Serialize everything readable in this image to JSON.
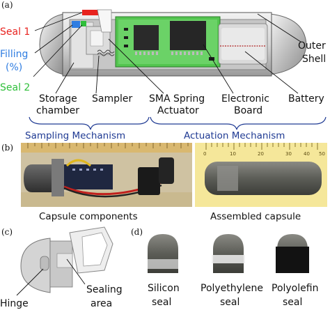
{
  "panels": {
    "a": "(a)",
    "b": "(b)",
    "c": "(c)",
    "d": "(d)"
  },
  "panel_a": {
    "left_labels": {
      "seal1": "Seal 1",
      "filling_line1": "Filling",
      "filling_line2": "(%)",
      "seal2": "Seal 2"
    },
    "right_labels": {
      "outer_line1": "Outer",
      "outer_line2": "Shell"
    },
    "bottom_labels": {
      "storage_line1": "Storage",
      "storage_line2": "chamber",
      "sampler": "Sampler",
      "sma_line1": "SMA Spring",
      "sma_line2": "Actuator",
      "electronic_line1": "Electronic",
      "electronic_line2": "Board",
      "battery": "Battery"
    },
    "mechanisms": {
      "sampling": "Sampling Mechanism",
      "actuation": "Actuation Mechanism"
    },
    "colors": {
      "seal1": "#e8231f",
      "filling": "#2f7de1",
      "seal2": "#2fbf3a",
      "mechanism": "#1f3a93"
    }
  },
  "panel_b": {
    "caption_left": "Capsule components",
    "caption_right": "Assembled capsule",
    "ruler_ticks": [
      "0",
      "10",
      "20",
      "30",
      "40",
      "50"
    ]
  },
  "panel_c": {
    "hinge": "Hinge",
    "sealing_line1": "Sealing",
    "sealing_line2": "area"
  },
  "panel_d": {
    "seal_a_line1": "Silicon",
    "seal_a_line2": "seal",
    "seal_b_line1": "Polyethylene",
    "seal_b_line2": "seal",
    "seal_c_line1": "Polyolefin",
    "seal_c_line2": "seal"
  }
}
